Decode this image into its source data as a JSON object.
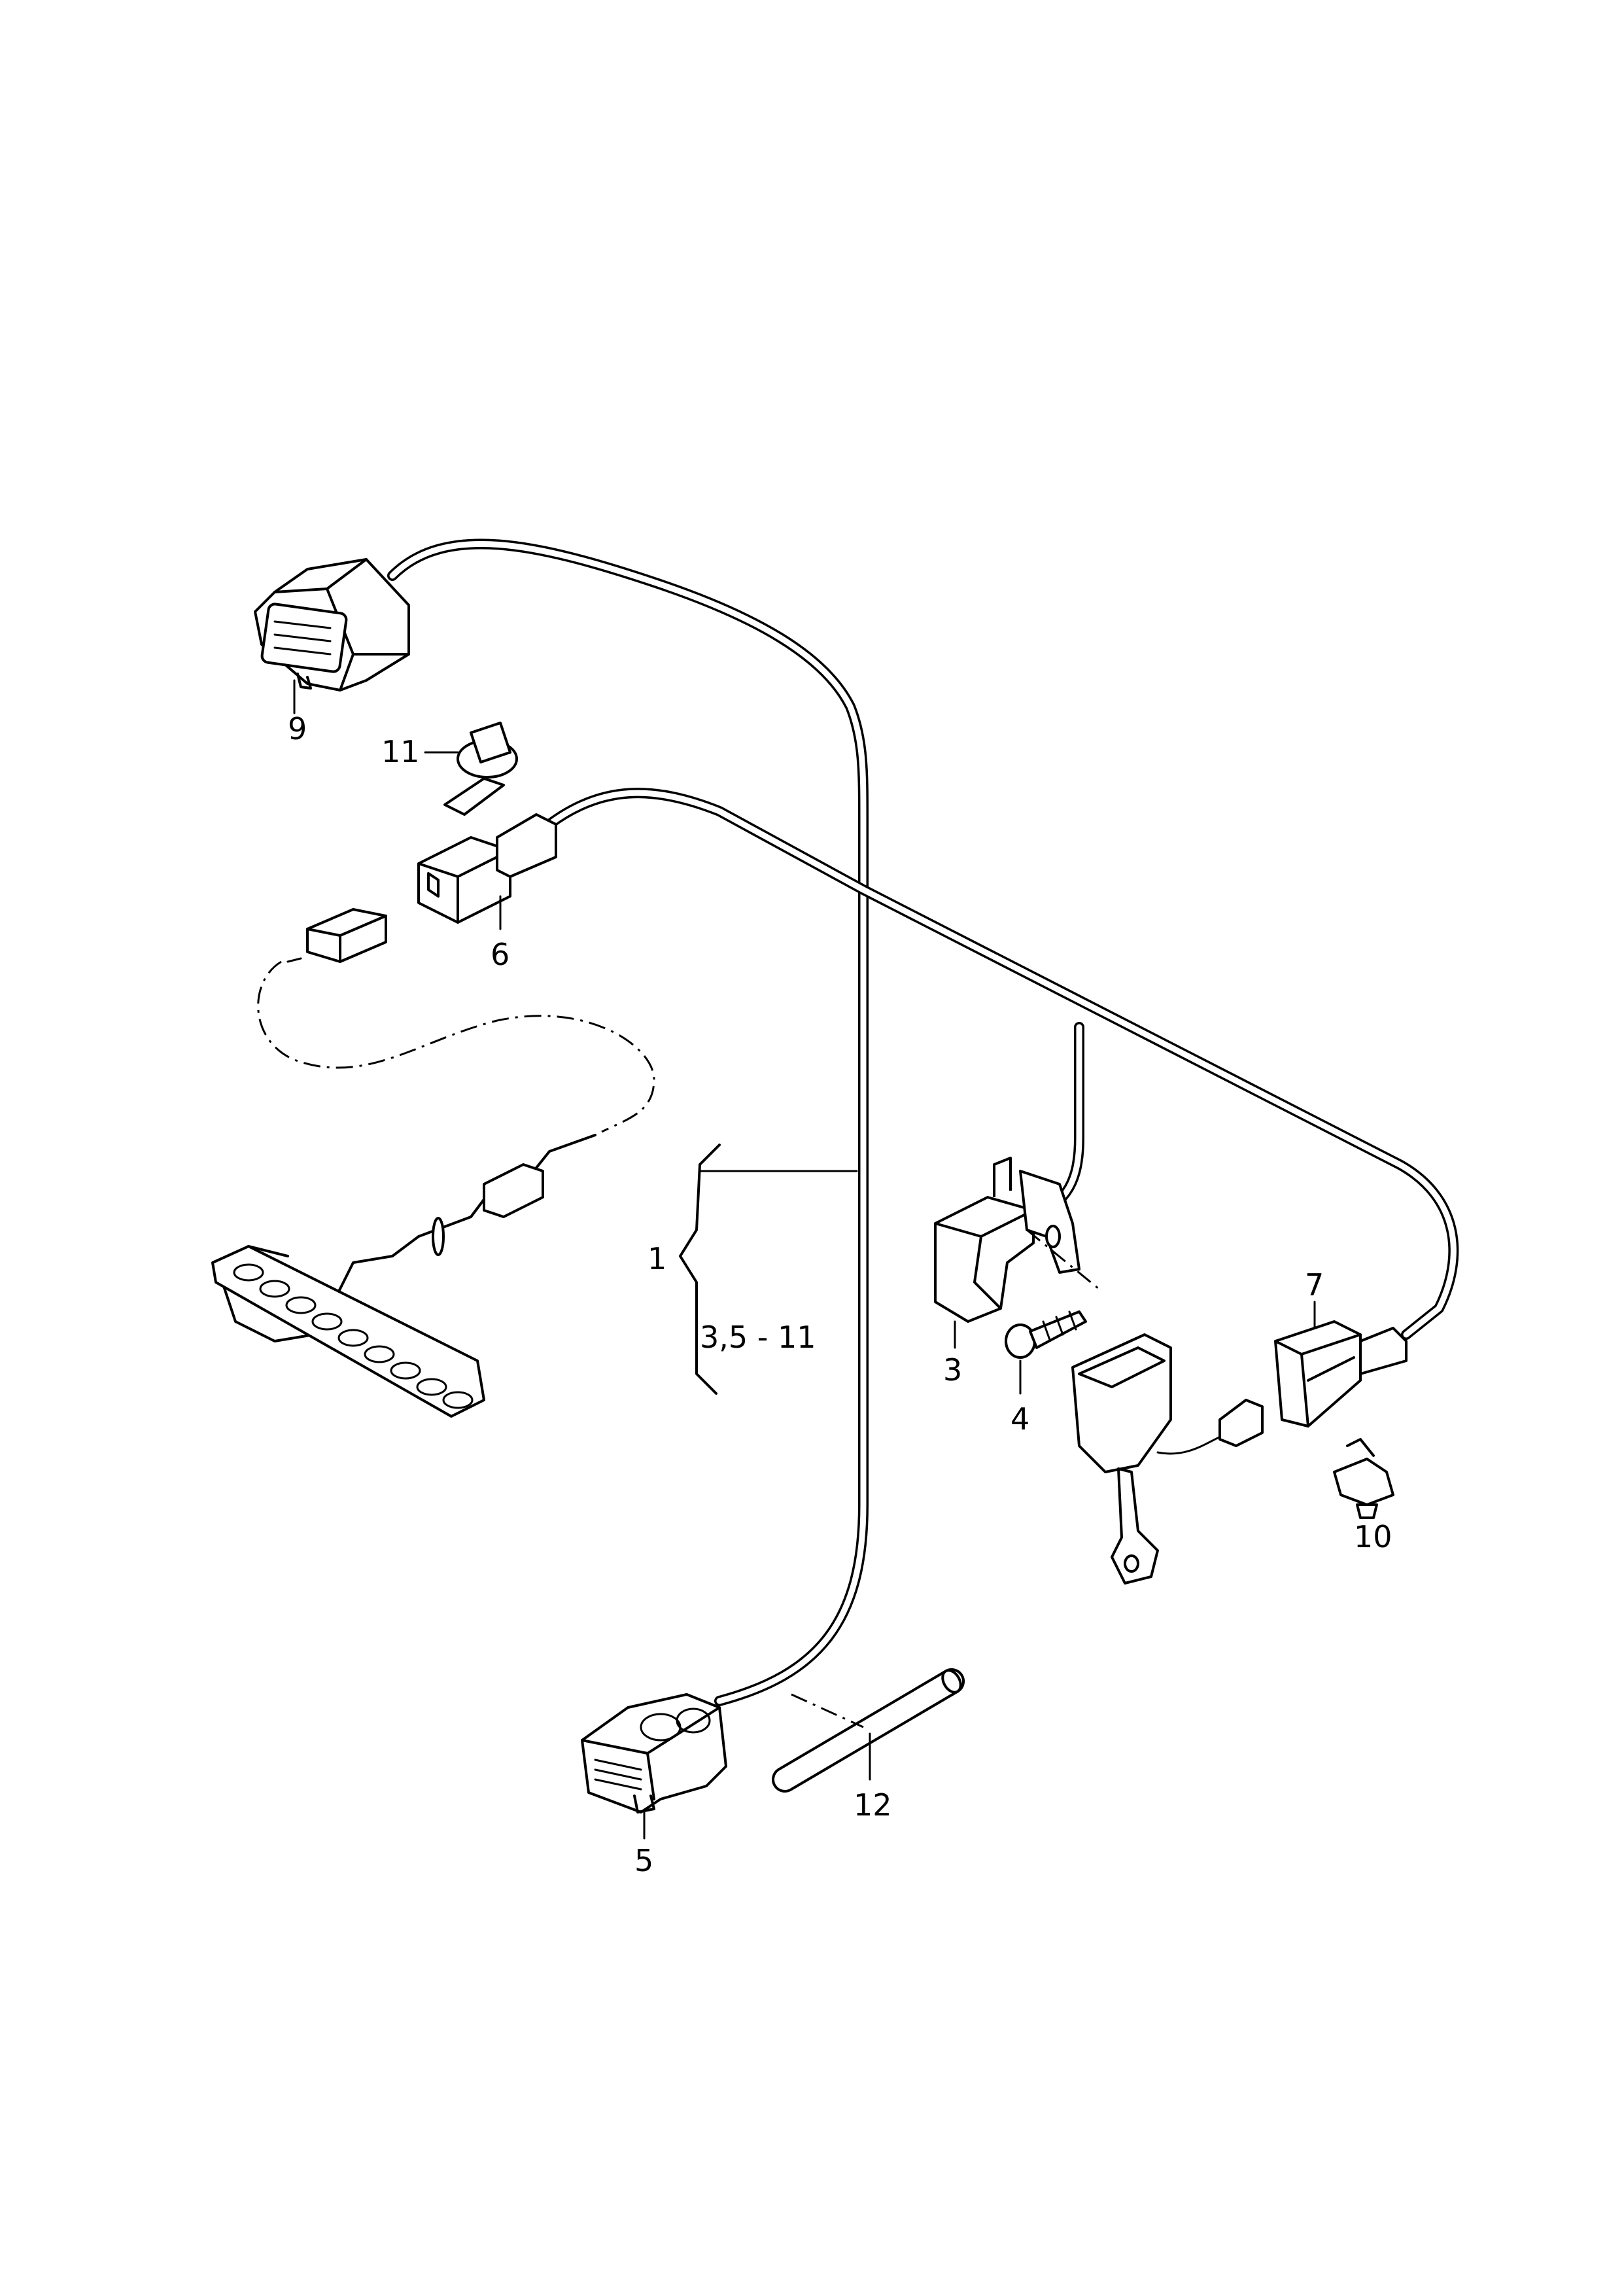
{
  "callouts": {
    "p1": "1",
    "p1_range": "3,5 - 11",
    "p3": "3",
    "p4": "4",
    "p5": "5",
    "p6": "6",
    "p7": "7",
    "p9": "9",
    "p10": "10",
    "p11": "11",
    "p12": "12"
  }
}
